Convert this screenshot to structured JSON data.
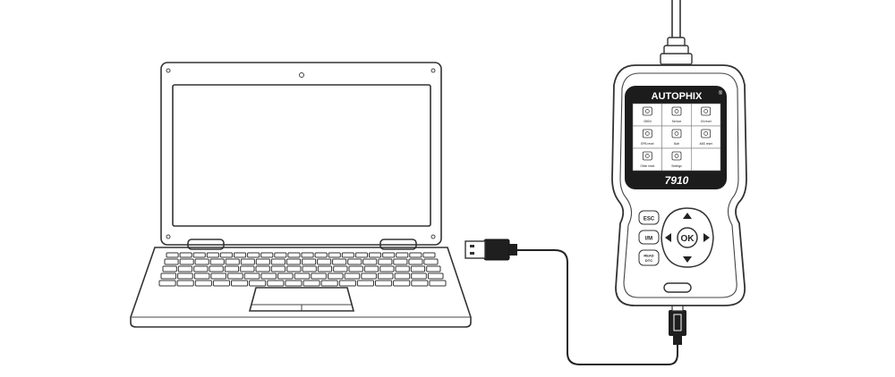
{
  "device": {
    "brand": "AUTOPHIX",
    "registered_mark": "®",
    "model": "7910",
    "menu_tiles": [
      {
        "label": "OBDII",
        "icon": "engine-icon"
      },
      {
        "label": "Service",
        "icon": "car-service-icon"
      },
      {
        "label": "Oil reset",
        "icon": "oil-can-icon"
      },
      {
        "label": "EPB reset",
        "icon": "brake-disc-icon"
      },
      {
        "label": "Batt",
        "icon": "battery-icon"
      },
      {
        "label": "ABS reset",
        "icon": "abs-icon"
      },
      {
        "label": "Other reset",
        "icon": "gear-wheel-icon"
      },
      {
        "label": "Settings",
        "icon": "settings-gear-icon"
      },
      {
        "label": "",
        "icon": ""
      }
    ],
    "buttons": {
      "esc": "ESC",
      "im": "I/M",
      "ok": "OK",
      "read_dtc_line1": "READ",
      "read_dtc_line2": "DTC"
    }
  },
  "colors": {
    "outline": "#333333",
    "screen_bezel": "#1c1c1c",
    "background": "#ffffff"
  }
}
